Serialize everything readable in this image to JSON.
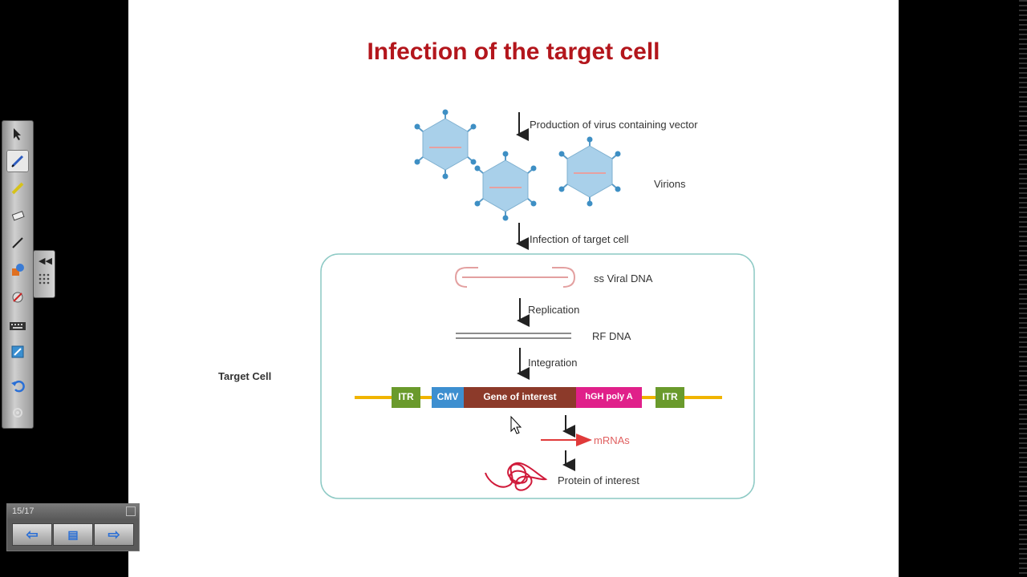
{
  "slide": {
    "title": "Infection of the target cell",
    "labels": {
      "production": "Production of virus containing vector",
      "virions": "Virions",
      "infection": "Infection of target cell",
      "ss_viral_dna": "ss Viral DNA",
      "replication": "Replication",
      "rf_dna": "RF DNA",
      "integration": "Integration",
      "target_cell": "Target Cell",
      "mrnas": "mRNAs",
      "protein": "Protein of interest"
    },
    "cassette": {
      "itr_left": "ITR",
      "cmv": "CMV",
      "gene": "Gene of interest",
      "polya": "hGH poly A",
      "itr_right": "ITR"
    },
    "colors": {
      "title": "#b3161c",
      "itr": "#6a9a2c",
      "cmv": "#3d8fd0",
      "gene": "#8c3a2a",
      "polya": "#e0208a",
      "linker": "#f0b400",
      "mrna": "#e03a3a",
      "protein": "#d01a3a",
      "virion": "#a9d0ea"
    }
  },
  "nav": {
    "page": "15/17",
    "prev_icon": "arrow-left-icon",
    "menu_icon": "page-menu-icon",
    "next_icon": "arrow-right-icon"
  },
  "toolbar": {
    "tools": [
      "select-arrow-icon",
      "pen-icon",
      "highlighter-icon",
      "eraser-icon",
      "line-icon",
      "shapes-icon",
      "fill-icon",
      "keyboard-icon",
      "notebook-icon",
      "undo-icon",
      "settings-icon"
    ]
  }
}
